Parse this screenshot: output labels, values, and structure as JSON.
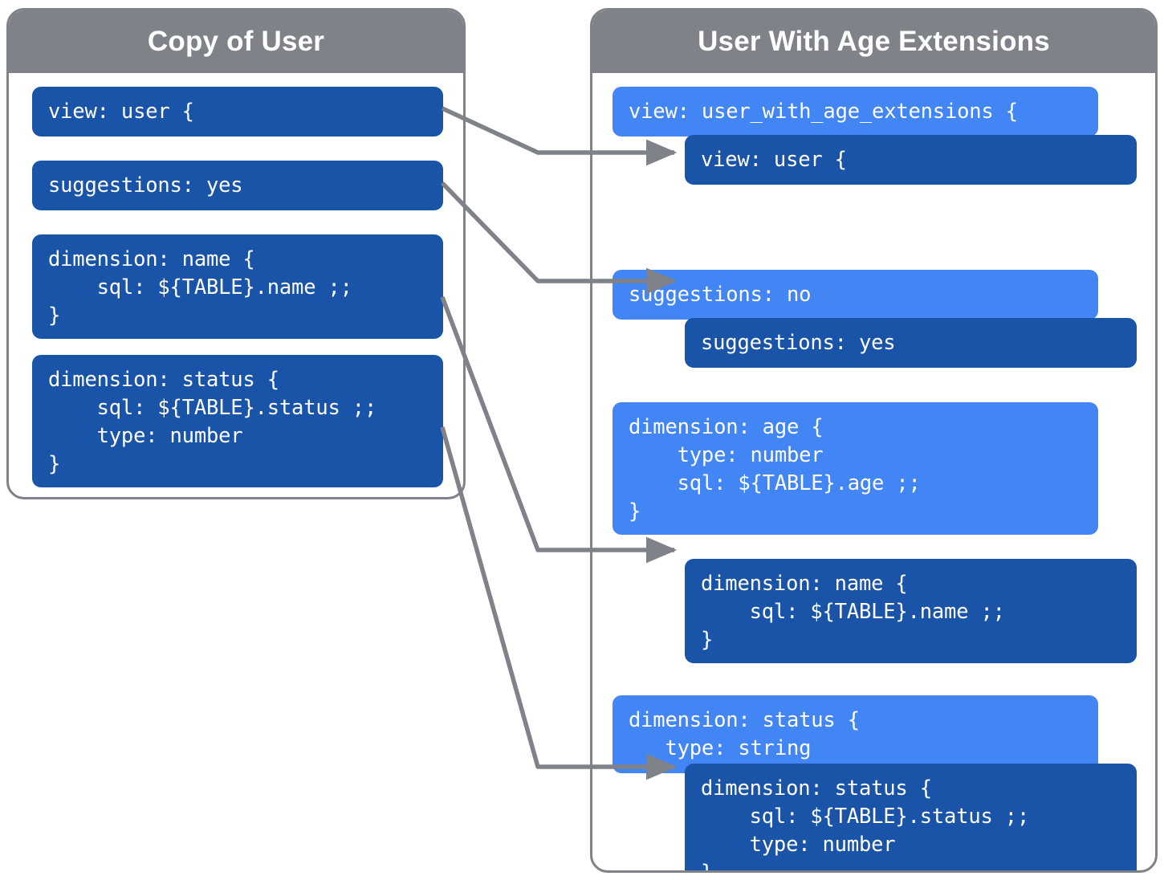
{
  "diagram": {
    "type": "extension-comparison-diagram",
    "line_color": "#808289",
    "base_block_color": "#1A54A8",
    "extension_block_color": "#4285F4",
    "header_color": "#808289"
  },
  "left_panel": {
    "title": "Copy of User",
    "blocks": [
      {
        "name": "view-declaration",
        "text": "view: user {"
      },
      {
        "name": "suggestions-param",
        "text": "suggestions: yes"
      },
      {
        "name": "dimension-name",
        "text": "dimension: name {\n    sql: ${TABLE}.name ;;\n}"
      },
      {
        "name": "dimension-status",
        "text": "dimension: status {\n    sql: ${TABLE}.status ;;\n    type: number\n}"
      }
    ]
  },
  "right_panel": {
    "title": "User With Age Extensions",
    "blocks": [
      {
        "name": "view-declaration-extension",
        "kind": "extension",
        "text": "view: user_with_age_extensions {"
      },
      {
        "name": "view-declaration-base",
        "kind": "base",
        "text": "view: user {"
      },
      {
        "name": "suggestions-extension",
        "kind": "extension",
        "text": "suggestions: no"
      },
      {
        "name": "suggestions-base",
        "kind": "base",
        "text": "suggestions: yes"
      },
      {
        "name": "dimension-age-extension",
        "kind": "extension",
        "text": "dimension: age {\n    type: number\n    sql: ${TABLE}.age ;;\n}"
      },
      {
        "name": "dimension-name-base",
        "kind": "base",
        "text": "dimension: name {\n    sql: ${TABLE}.name ;;\n}"
      },
      {
        "name": "dimension-status-extension",
        "kind": "extension",
        "text": "dimension: status {\n   type: string"
      },
      {
        "name": "dimension-status-base",
        "kind": "base",
        "text": "dimension: status {\n    sql: ${TABLE}.status ;;\n    type: number\n}"
      }
    ]
  },
  "connectors": [
    {
      "name": "connector-view",
      "from": "view-declaration",
      "to": "view-declaration-base"
    },
    {
      "name": "connector-suggestions",
      "from": "suggestions-param",
      "to": "suggestions-base"
    },
    {
      "name": "connector-name",
      "from": "dimension-name",
      "to": "dimension-name-base"
    },
    {
      "name": "connector-status",
      "from": "dimension-status",
      "to": "dimension-status-base"
    }
  ]
}
